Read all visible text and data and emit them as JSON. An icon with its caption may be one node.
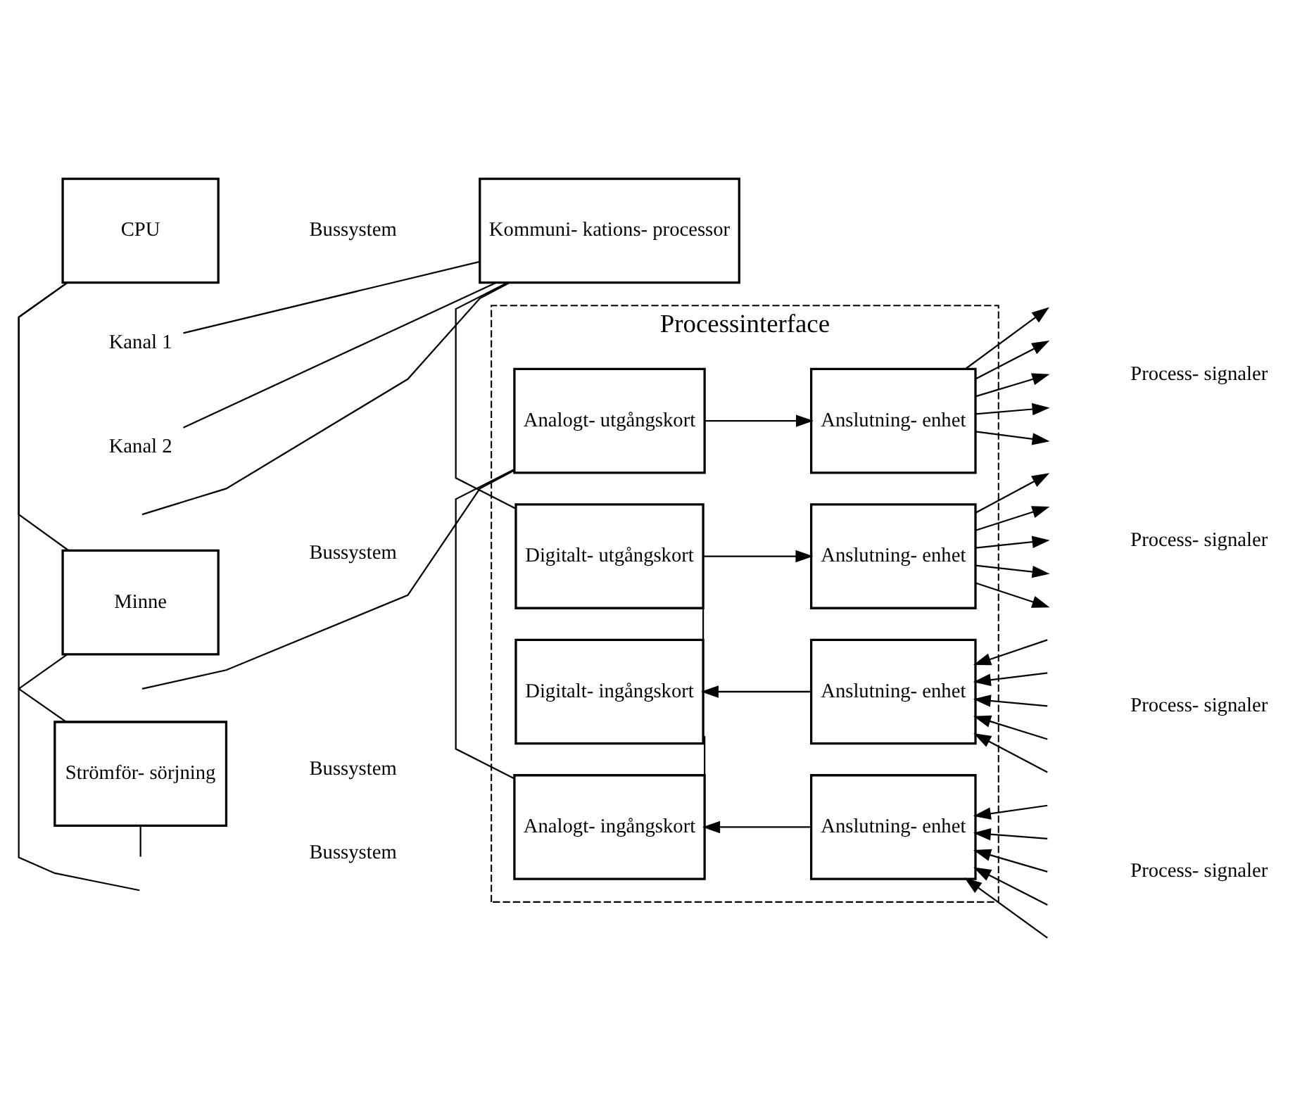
{
  "diagram": {
    "nodes": [
      {
        "text": [
          "CPU"
        ]
      },
      {
        "text": [
          "Minne"
        ]
      },
      {
        "text": [
          "Strömför- sörjning"
        ]
      },
      {
        "text": [
          "Kommuni- kations- processor"
        ]
      },
      {
        "text": [
          "Kanal 1"
        ]
      },
      {
        "text": [
          "Kanal 2"
        ]
      },
      {
        "text": [
          "Processinterface"
        ]
      },
      {
        "text": [
          "Digitalt- utgångskort"
        ],
        "in": 6
      },
      {
        "text": [
          "Anslutning- enhet"
        ],
        "in": 6
      },
      {
        "text": [
          "Digitalt- ingångskort"
        ],
        "in": 6
      },
      {
        "text": [
          "Anslutning- enhet"
        ],
        "in": 6
      },
      {
        "text": [
          "Analogt- ingångskort"
        ],
        "in": 6
      },
      {
        "text": [
          "Anslutning- enhet"
        ],
        "in": 6
      },
      {
        "text": [
          "Analogt- utgångskort"
        ],
        "in": 6
      },
      {
        "text": [
          "Anslutning- enhet"
        ],
        "in": 6
      }
    ],
    "edges": [
      {
        "from": null,
        "to": 0,
        "arrow": "none"
      },
      {
        "from": 0,
        "to": 1,
        "arrow": "none"
      },
      {
        "from": 1,
        "to": 2,
        "arrow": "none"
      },
      {
        "from": 2,
        "to": null,
        "arrow": "none"
      },
      {
        "from": null,
        "to": 3,
        "arrow": "none"
      },
      {
        "from": 3,
        "to": 7,
        "arrow": "none"
      },
      {
        "from": 7,
        "to": 9,
        "arrow": "none"
      },
      {
        "from": 9,
        "to": 11,
        "arrow": "none"
      },
      {
        "from": 11,
        "to": 13,
        "arrow": "none"
      },
      {
        "from": 13,
        "to": null,
        "arrow": "none"
      },
      {
        "from": 3,
        "to": 4,
        "arrow": "none"
      },
      {
        "from": 3,
        "to": 5,
        "arrow": "none"
      },
      {
        "from": 7,
        "to": 8,
        "arrow": "to"
      },
      {
        "from": 10,
        "to": 9,
        "arrow": "to"
      },
      {
        "from": 12,
        "to": 11,
        "arrow": "to"
      },
      {
        "from": 13,
        "to": 14,
        "arrow": "to"
      },
      {
        "from": 8,
        "to": null,
        "arrow": "to"
      },
      {
        "from": 8,
        "to": null,
        "arrow": "to"
      },
      {
        "from": 8,
        "to": null,
        "arrow": "to"
      },
      {
        "from": 8,
        "to": null,
        "arrow": "to"
      },
      {
        "from": 8,
        "to": null,
        "arrow": "to"
      },
      {
        "from": null,
        "to": 10,
        "arrow": "to"
      },
      {
        "from": null,
        "to": 10,
        "arrow": "to"
      },
      {
        "from": null,
        "to": 10,
        "arrow": "to"
      },
      {
        "from": null,
        "to": 10,
        "arrow": "to"
      },
      {
        "from": null,
        "to": 10,
        "arrow": "to"
      },
      {
        "from": null,
        "to": 12,
        "arrow": "to"
      },
      {
        "from": null,
        "to": 12,
        "arrow": "to"
      },
      {
        "from": null,
        "to": 12,
        "arrow": "to"
      },
      {
        "from": null,
        "to": 12,
        "arrow": "to"
      },
      {
        "from": null,
        "to": 12,
        "arrow": "to"
      },
      {
        "from": 14,
        "to": null,
        "arrow": "to"
      },
      {
        "from": 14,
        "to": null,
        "arrow": "to"
      },
      {
        "from": 14,
        "to": null,
        "arrow": "to"
      },
      {
        "from": 14,
        "to": null,
        "arrow": "to"
      },
      {
        "from": 14,
        "to": null,
        "arrow": "to"
      }
    ],
    "labels": [
      "Bussystem",
      "Bussystem",
      "Process- signaler",
      "Process- signaler",
      "Process- signaler",
      "Bussystem",
      "Process- signaler",
      "Bussystem"
    ]
  }
}
